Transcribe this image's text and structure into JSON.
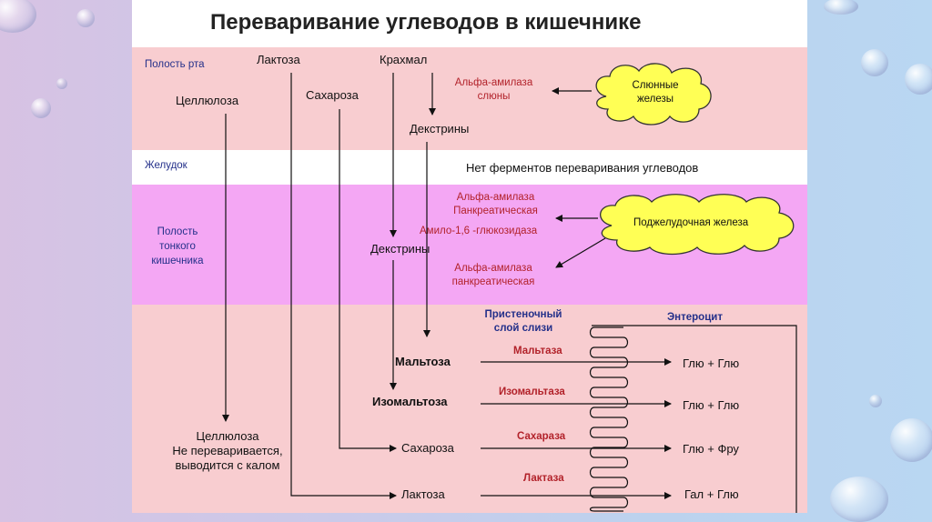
{
  "title": "Переваривание углеводов в кишечнике",
  "zones": {
    "mouth": "Полость рта",
    "stomach": "Желудок",
    "small_intestine": "Полость тонкого кишечника"
  },
  "substrates": {
    "lactose": "Лактоза",
    "starch": "Крахмал",
    "cellulose": "Целлюлоза",
    "sucrose": "Сахароза",
    "dextrins_1": "Декстрины",
    "dextrins_2": "Декстрины",
    "maltose": "Мальтоза",
    "isomaltose": "Изомальтоза",
    "sucrose_end": "Сахароза",
    "lactose_end": "Лактоза"
  },
  "enzymes": {
    "amylase_saliva_1": "Альфа-амилаза",
    "amylase_saliva_2": "слюны",
    "amylase_panc_1": "Альфа-амилаза",
    "amylase_panc_2": "Панкреатическая",
    "amylo": "Амило-1,6 -глюкозидаза",
    "amylase_panc_3": "Альфа-амилаза",
    "amylase_panc_4": "панкреатическая",
    "maltase": "Мальтаза",
    "isomaltase": "Изомальтаза",
    "sucrase": "Сахараза",
    "lactase": "Лактаза"
  },
  "glands": {
    "salivary": "Слюнные железы",
    "pancreas": "Поджелудочная железа"
  },
  "stomach_note": "Нет ферментов переваривания углеводов",
  "wall": {
    "mucus_1": "Пристеночный",
    "mucus_2": "слой слизи",
    "enterocyte": "Энтероцит"
  },
  "products": {
    "p1": "Глю + Глю",
    "p2": "Глю + Глю",
    "p3": "Глю + Фру",
    "p4": "Гал + Глю"
  },
  "cellulose_note": {
    "l1": "Целлюлоза",
    "l2": "Не переваривается,",
    "l3": "выводится с калом"
  },
  "colors": {
    "pink_band": "#f8cdd0",
    "magenta_band": "#f4a7f4",
    "white_band": "#ffffff",
    "cloud": "#ffff55",
    "enzyme_red": "#b2222a",
    "label_blue": "#24308a"
  }
}
